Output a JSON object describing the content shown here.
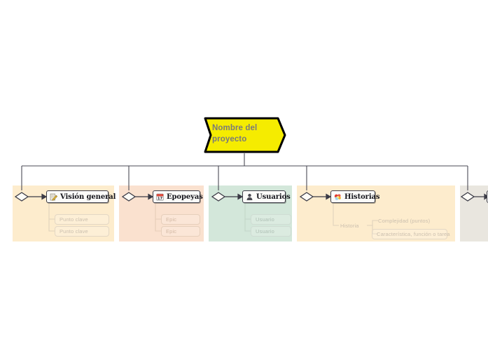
{
  "diagram": {
    "title_node": {
      "label": "Nombre del\nproyecto",
      "fill": "#f5ec00",
      "stroke": "#000000",
      "text_color": "#7a7a7a"
    },
    "branches": [
      {
        "id": "vision-general",
        "label": "Visión general",
        "icon": "note-pencil-icon",
        "lane_color": "#fdeccd",
        "children": [
          {
            "label": "Punto clave",
            "style": "boxed"
          },
          {
            "label": "Punto clave",
            "style": "boxed"
          }
        ]
      },
      {
        "id": "epopeyas",
        "label": "Epopeyas",
        "icon": "calendar-icon",
        "icon_day": "17",
        "lane_color": "#fae1cf",
        "children": [
          {
            "label": "Epic",
            "style": "boxed"
          },
          {
            "label": "Epic",
            "style": "boxed"
          }
        ]
      },
      {
        "id": "usuarios",
        "label": "Usuarios",
        "icon": "person-icon",
        "lane_color": "#d3e7da",
        "children": [
          {
            "label": "Usuario",
            "style": "boxed"
          },
          {
            "label": "Usuario",
            "style": "boxed"
          }
        ]
      },
      {
        "id": "historias",
        "label": "Historias",
        "icon": "flower-icon",
        "lane_color": "#fdeccd",
        "children": [
          {
            "label": "Historia",
            "style": "plain"
          },
          {
            "label": "Complejidad (puntos)",
            "style": "plain"
          },
          {
            "label": "Característica, función o tarea",
            "style": "boxed"
          }
        ]
      },
      {
        "id": "branch-5",
        "label": "",
        "icon": "",
        "lane_color": "#e9e6df",
        "children": []
      }
    ],
    "connector_color": "#4a4a55",
    "background": "#ffffff"
  }
}
